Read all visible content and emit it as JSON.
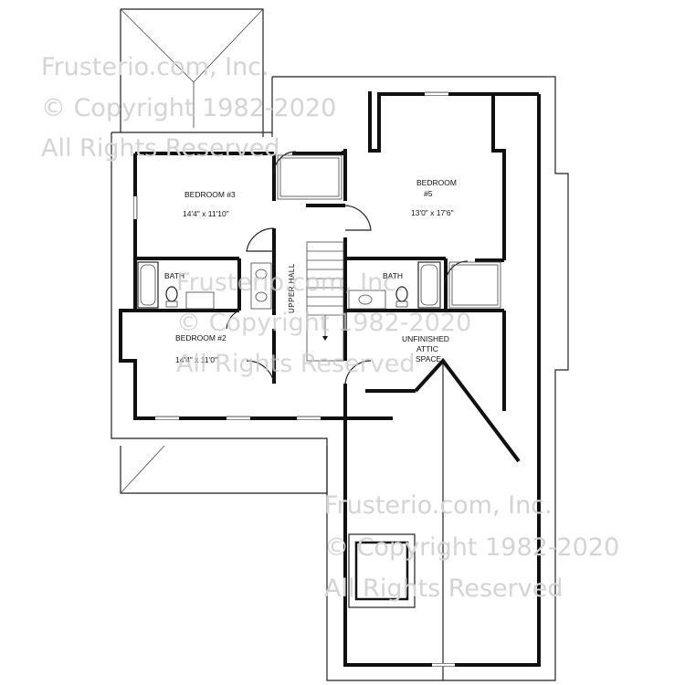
{
  "rooms": {
    "bedroom3": {
      "name": "BEDROOM #3",
      "dims": "14'4\" x 11'10\""
    },
    "bedroom5": {
      "name_line1": "BEDROOM",
      "name_line2": "#5",
      "dims": "13'0\" x 17'6\""
    },
    "bedroom2": {
      "name": "BEDROOM #2",
      "dims": "14'4\" x 11'0\""
    },
    "bath_left": {
      "name": "BATH"
    },
    "bath_right": {
      "name": "BATH"
    },
    "upper_hall": {
      "name": "UPPER HALL"
    },
    "attic": {
      "line1": "UNFINISHED",
      "line2": "ATTIC",
      "line3": "SPACE"
    }
  },
  "watermark": {
    "line1": "Frusterio.com, Inc.",
    "line2": "© Copyright 1982-2020",
    "line3": "All Rights Reserved"
  }
}
